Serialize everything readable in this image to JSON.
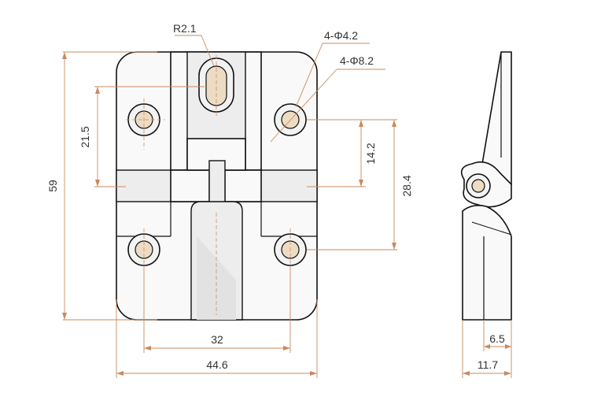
{
  "labels": {
    "radius": "R2.1",
    "small_hole": "4-Φ4.2",
    "large_hole": "4-Φ8.2",
    "height_total": "59",
    "hole_offset_left": "21.5",
    "hole_offset_right": "14.2",
    "hole_pitch_vertical": "28.4",
    "hole_pitch_horizontal": "32",
    "width_total": "44.6",
    "side_thickness": "6.5",
    "side_width": "11.7"
  },
  "colors": {
    "outline": "#111111",
    "dimension": "#c98a5e",
    "hole_core": "#ecdcc3",
    "text": "#333333"
  }
}
